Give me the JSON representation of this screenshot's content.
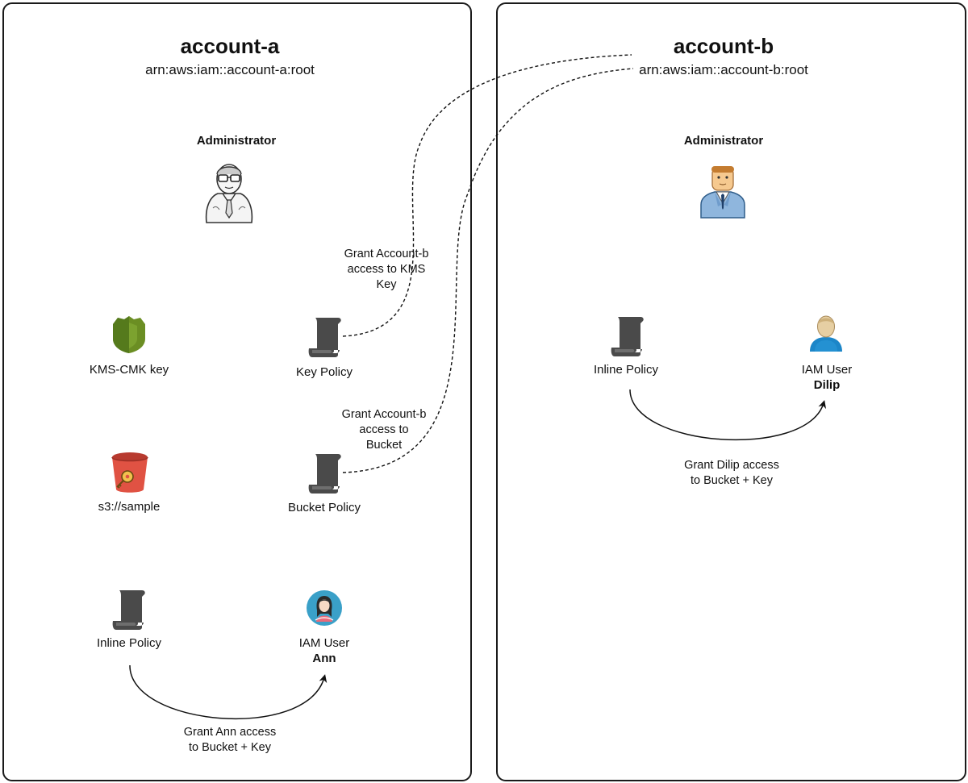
{
  "account_a": {
    "title": "account-a",
    "arn": "arn:aws:iam::account-a:root",
    "administrator_label": "Administrator",
    "kms_key_label": "KMS-CMK key",
    "key_policy_label": "Key Policy",
    "bucket_label": "s3://sample",
    "bucket_policy_label": "Bucket Policy",
    "inline_policy_label": "Inline Policy",
    "iam_user_label": "IAM User",
    "iam_user_name": "Ann",
    "grant_kms_note": [
      "Grant Account-b",
      "access to KMS",
      "Key"
    ],
    "grant_bucket_note": [
      "Grant Account-b",
      "access to",
      "Bucket"
    ],
    "grant_user_note": [
      "Grant Ann access",
      "to Bucket + Key"
    ]
  },
  "account_b": {
    "title": "account-b",
    "arn": "arn:aws:iam::account-b:root",
    "administrator_label": "Administrator",
    "inline_policy_label": "Inline Policy",
    "iam_user_label": "IAM User",
    "iam_user_name": "Dilip",
    "grant_user_note": [
      "Grant Dilip access",
      "to Bucket + Key"
    ]
  },
  "colors": {
    "border": "#1a1a1a",
    "kms_green": "#6b8e23",
    "s3_red": "#e05243",
    "policy_gray": "#4a4a4a",
    "user_blue": "#3aa0c8"
  },
  "icons": {
    "admin_a": "sketch-admin-icon",
    "admin_b": "business-admin-icon",
    "kms": "kms-shield-icon",
    "s3": "s3-bucket-key-icon",
    "policy": "policy-scroll-icon",
    "user_ann": "female-user-avatar-icon",
    "user_dilip": "male-user-icon"
  }
}
